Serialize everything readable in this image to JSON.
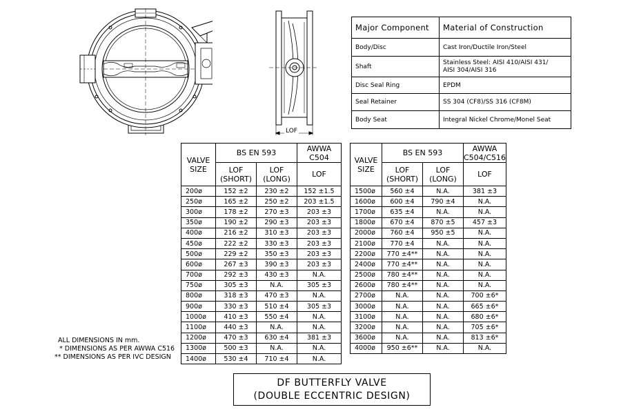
{
  "drawing": {
    "lof_label": "LOF"
  },
  "materials": {
    "headers": [
      "Major Component",
      "Material of Construction"
    ],
    "rows": [
      [
        "Body/Disc",
        "Cast Iron/Ductile Iron/Steel"
      ],
      [
        "Shaft",
        "Stainless Steel: AISI 410/AISI 431/",
        "AISI 304/AISI 316"
      ],
      [
        "Disc Seal Ring",
        "EPDM"
      ],
      [
        "Seal Retainer",
        "SS 304 (CF8)/SS 316 (CF8M)"
      ],
      [
        "Body Seat",
        "Integral Nickel Chrome/Monel Seat"
      ]
    ]
  },
  "left_table": {
    "h_valve": "VALVE",
    "h_size": "SIZE",
    "h_bs": "BS EN 593",
    "h_awwa1": "AWWA",
    "h_awwa2": "C504",
    "h_lof_short1": "LOF",
    "h_lof_short2": "(SHORT)",
    "h_lof_long1": "LOF",
    "h_lof_long2": "(LONG)",
    "h_lof": "LOF",
    "rows": [
      [
        "200ø",
        "152 ±2",
        "230 ±2",
        "152 ±1.5"
      ],
      [
        "250ø",
        "165 ±2",
        "250 ±2",
        "203 ±1.5"
      ],
      [
        "300ø",
        "178 ±2",
        "270 ±3",
        "203 ±3"
      ],
      [
        "350ø",
        "190 ±2",
        "290 ±3",
        "203 ±3"
      ],
      [
        "400ø",
        "216 ±2",
        "310 ±3",
        "203 ±3"
      ],
      [
        "450ø",
        "222 ±2",
        "330 ±3",
        "203 ±3"
      ],
      [
        "500ø",
        "229 ±2",
        "350 ±3",
        "203 ±3"
      ],
      [
        "600ø",
        "267 ±3",
        "390 ±3",
        "203 ±3"
      ],
      [
        "700ø",
        "292 ±3",
        "430 ±3",
        "N.A."
      ],
      [
        "750ø",
        "305 ±3",
        "N.A.",
        "305 ±3"
      ],
      [
        "800ø",
        "318 ±3",
        "470 ±3",
        "N.A."
      ],
      [
        "900ø",
        "330 ±3",
        "510 ±4",
        "305 ±3"
      ],
      [
        "1000ø",
        "410 ±3",
        "550 ±4",
        "N.A."
      ],
      [
        "1100ø",
        "440 ±3",
        "N.A.",
        "N.A."
      ],
      [
        "1200ø",
        "470 ±3",
        "630 ±4",
        "381 ±3"
      ],
      [
        "1300ø",
        "500 ±3",
        "N.A.",
        "N.A."
      ],
      [
        "1400ø",
        "530 ±4",
        "710 ±4",
        "N.A."
      ]
    ]
  },
  "right_table": {
    "h_valve": "VALVE",
    "h_size": "SIZE",
    "h_bs": "BS EN 593",
    "h_awwa1": "AWWA",
    "h_awwa2": "C504/C516",
    "h_lof_short1": "LOF",
    "h_lof_short2": "(SHORT)",
    "h_lof_long1": "LOF",
    "h_lof_long2": "(LONG)",
    "h_lof": "LOF",
    "rows": [
      [
        "1500ø",
        "560 ±4",
        "N.A.",
        "381 ±3"
      ],
      [
        "1600ø",
        "600 ±4",
        "790 ±4",
        "N.A."
      ],
      [
        "1700ø",
        "635 ±4",
        "N.A.",
        "N.A."
      ],
      [
        "1800ø",
        "670 ±4",
        "870 ±5",
        "457 ±3"
      ],
      [
        "2000ø",
        "760 ±4",
        "950 ±5",
        "N.A."
      ],
      [
        "2100ø",
        "770 ±4",
        "N.A.",
        "N.A."
      ],
      [
        "2200ø",
        "770 ±4**",
        "N.A.",
        "N.A."
      ],
      [
        "2400ø",
        "770 ±4**",
        "N.A.",
        "N.A."
      ],
      [
        "2500ø",
        "780 ±4**",
        "N.A.",
        "N.A."
      ],
      [
        "2600ø",
        "780 ±4**",
        "N.A.",
        "N.A."
      ],
      [
        "2700ø",
        "N.A.",
        "N.A.",
        "700 ±6*"
      ],
      [
        "3000ø",
        "N.A.",
        "N.A.",
        "665 ±6*"
      ],
      [
        "3100ø",
        "N.A.",
        "N.A.",
        "680 ±6*"
      ],
      [
        "3200ø",
        "N.A.",
        "N.A.",
        "705 ±6*"
      ],
      [
        "3600ø",
        "N.A.",
        "N.A.",
        "813 ±6*"
      ],
      [
        "4000ø",
        "950 ±6**",
        "N.A.",
        "N.A."
      ]
    ]
  },
  "notes": [
    "ALL DIMENSIONS IN mm.",
    "* DIMENSIONS AS PER AWWA C516",
    "** DIMENSIONS AS PER IVC DESIGN"
  ],
  "title": {
    "line1": "DF BUTTERFLY VALVE",
    "line2": "(DOUBLE ECCENTRIC DESIGN)"
  }
}
